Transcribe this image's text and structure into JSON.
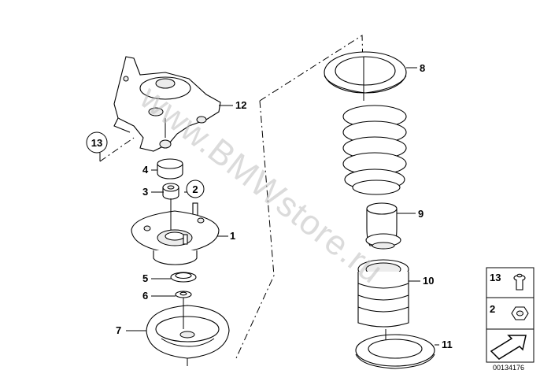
{
  "watermark": "www.BMWstore.ru",
  "callouts": {
    "c1": "1",
    "c2": "2",
    "c3": "3",
    "c4": "4",
    "c5": "5",
    "c6": "6",
    "c7": "7",
    "c8": "8",
    "c9": "9",
    "c10": "10",
    "c11": "11",
    "c12": "12",
    "c13": "13"
  },
  "legend": {
    "item_13": "13",
    "item_2": "2"
  },
  "doc_number": "00134176"
}
